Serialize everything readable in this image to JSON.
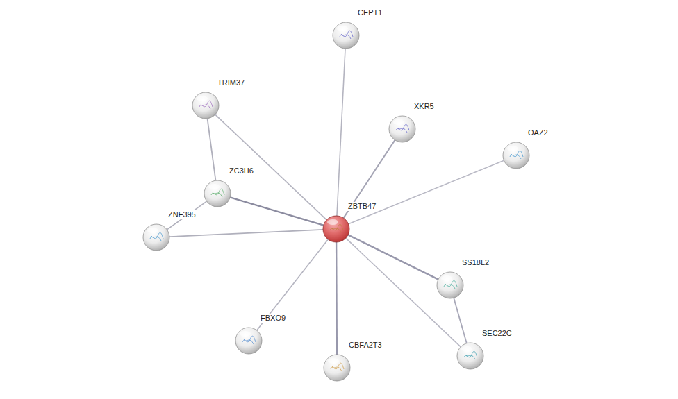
{
  "diagram": {
    "nodes": [
      {
        "text": [
          "CEPT1"
        ]
      },
      {
        "text": [
          "TRIM37"
        ]
      },
      {
        "text": [
          "XKR5"
        ]
      },
      {
        "text": [
          "OAZ2"
        ]
      },
      {
        "text": [
          "ZC3H6"
        ]
      },
      {
        "text": [
          "ZBTB47"
        ]
      },
      {
        "text": [
          "ZNF395"
        ]
      },
      {
        "text": [
          "SS18L2"
        ]
      },
      {
        "text": [
          "FBXO9"
        ]
      },
      {
        "text": [
          "CBFA2T3"
        ]
      },
      {
        "text": [
          "SEC22C"
        ]
      }
    ],
    "edges": [
      {
        "from": 5,
        "to": 0,
        "arrow": "none"
      },
      {
        "from": 5,
        "to": 1,
        "arrow": "none"
      },
      {
        "from": 5,
        "to": 2,
        "arrow": "none"
      },
      {
        "from": 5,
        "to": 3,
        "arrow": "none"
      },
      {
        "from": 5,
        "to": 4,
        "arrow": "none"
      },
      {
        "from": 5,
        "to": 6,
        "arrow": "none"
      },
      {
        "from": 5,
        "to": 7,
        "arrow": "none"
      },
      {
        "from": 5,
        "to": 8,
        "arrow": "none"
      },
      {
        "from": 5,
        "to": 9,
        "arrow": "none"
      },
      {
        "from": 5,
        "to": 10,
        "arrow": "none"
      },
      {
        "from": 1,
        "to": 4,
        "arrow": "none"
      },
      {
        "from": 4,
        "to": 6,
        "arrow": "none"
      },
      {
        "from": 7,
        "to": 10,
        "arrow": "none"
      }
    ]
  }
}
